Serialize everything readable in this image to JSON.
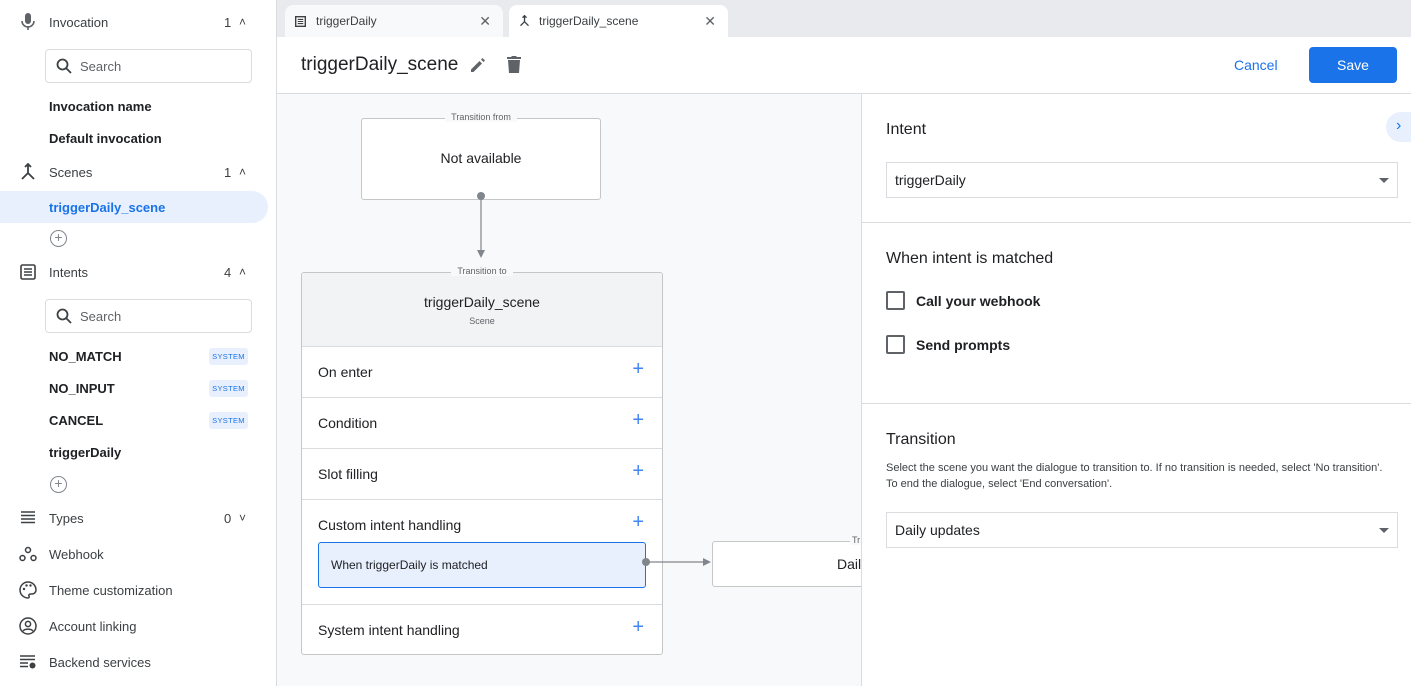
{
  "sidebar": {
    "invocation": {
      "label": "Invocation",
      "count": "1",
      "search_placeholder": "Search",
      "items": [
        "Invocation name",
        "Default invocation"
      ]
    },
    "scenes": {
      "label": "Scenes",
      "count": "1",
      "items": [
        "triggerDaily_scene"
      ],
      "selected": "triggerDaily_scene"
    },
    "intents": {
      "label": "Intents",
      "count": "4",
      "search_placeholder": "Search",
      "items": [
        {
          "name": "NO_MATCH",
          "badge": "SYSTEM"
        },
        {
          "name": "NO_INPUT",
          "badge": "SYSTEM"
        },
        {
          "name": "CANCEL",
          "badge": "SYSTEM"
        },
        {
          "name": "triggerDaily",
          "badge": ""
        }
      ]
    },
    "types": {
      "label": "Types",
      "count": "0"
    },
    "links": [
      "Webhook",
      "Theme customization",
      "Account linking",
      "Backend services"
    ]
  },
  "tabs": [
    {
      "label": "triggerDaily",
      "icon": "intent-icon",
      "active": false
    },
    {
      "label": "triggerDaily_scene",
      "icon": "scene-icon",
      "active": true
    }
  ],
  "header": {
    "title": "triggerDaily_scene",
    "cancel": "Cancel",
    "save": "Save"
  },
  "canvas": {
    "from": {
      "legend": "Transition from",
      "text": "Not available"
    },
    "to": {
      "legend": "Transition to",
      "title": "triggerDaily_scene",
      "subtitle": "Scene",
      "rows": [
        "On enter",
        "Condition",
        "Slot filling",
        "Custom intent handling",
        "System intent handling"
      ],
      "handler": "When triggerDaily is matched"
    },
    "target": {
      "legend": "Tr",
      "text": "Dail"
    }
  },
  "panel": {
    "intent_heading": "Intent",
    "intent_value": "triggerDaily",
    "matched_heading": "When intent is matched",
    "checkboxes": [
      {
        "label": "Call your webhook",
        "checked": false
      },
      {
        "label": "Send prompts",
        "checked": false
      }
    ],
    "transition_heading": "Transition",
    "transition_desc": "Select the scene you want the dialogue to transition to. If no transition is needed, select 'No transition'. To end the dialogue, select 'End conversation'.",
    "transition_value": "Daily updates"
  },
  "colors": {
    "accent": "#1a73e8",
    "selected_bg": "#e8f0fe",
    "canvas_bg": "#f8f9fa"
  }
}
